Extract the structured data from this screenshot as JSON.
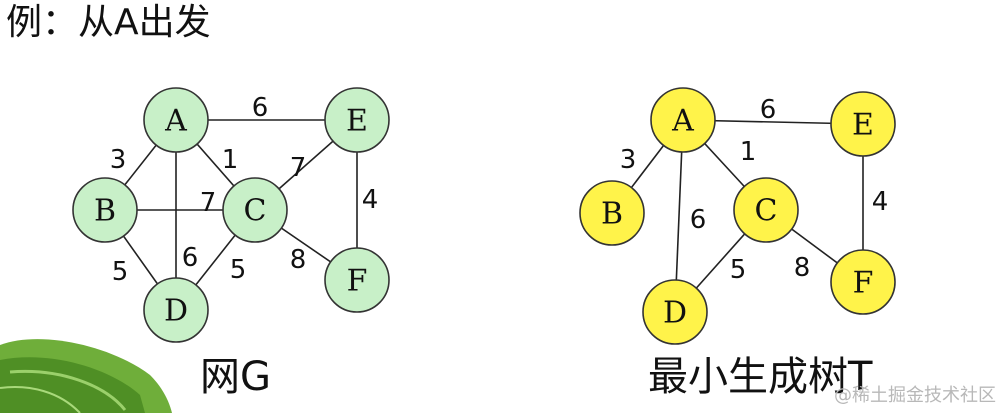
{
  "title": "例：从A出发",
  "graph_g": {
    "caption": "网G",
    "node_fill": "#c8f0c8",
    "nodes": [
      {
        "id": "A",
        "label": "A"
      },
      {
        "id": "B",
        "label": "B"
      },
      {
        "id": "C",
        "label": "C"
      },
      {
        "id": "D",
        "label": "D"
      },
      {
        "id": "E",
        "label": "E"
      },
      {
        "id": "F",
        "label": "F"
      }
    ],
    "edges": [
      {
        "from": "A",
        "to": "E",
        "weight": "6"
      },
      {
        "from": "A",
        "to": "B",
        "weight": "3"
      },
      {
        "from": "A",
        "to": "C",
        "weight": "1"
      },
      {
        "from": "A",
        "to": "D",
        "weight": "6"
      },
      {
        "from": "B",
        "to": "C",
        "weight": "7"
      },
      {
        "from": "B",
        "to": "D",
        "weight": "5"
      },
      {
        "from": "C",
        "to": "D",
        "weight": "5"
      },
      {
        "from": "C",
        "to": "E",
        "weight": "7"
      },
      {
        "from": "C",
        "to": "F",
        "weight": "8"
      },
      {
        "from": "E",
        "to": "F",
        "weight": "4"
      }
    ]
  },
  "graph_t": {
    "caption": "最小生成树T",
    "node_fill": "#fff34a",
    "nodes": [
      {
        "id": "A",
        "label": "A"
      },
      {
        "id": "B",
        "label": "B"
      },
      {
        "id": "C",
        "label": "C"
      },
      {
        "id": "D",
        "label": "D"
      },
      {
        "id": "E",
        "label": "E"
      },
      {
        "id": "F",
        "label": "F"
      }
    ],
    "edges": [
      {
        "from": "A",
        "to": "E",
        "weight": "6"
      },
      {
        "from": "A",
        "to": "B",
        "weight": "3"
      },
      {
        "from": "A",
        "to": "C",
        "weight": "1"
      },
      {
        "from": "A",
        "to": "D",
        "weight": "6"
      },
      {
        "from": "C",
        "to": "D",
        "weight": "5"
      },
      {
        "from": "C",
        "to": "F",
        "weight": "8"
      },
      {
        "from": "E",
        "to": "F",
        "weight": "4"
      }
    ]
  },
  "watermark": "@稀土掘金技术社区"
}
